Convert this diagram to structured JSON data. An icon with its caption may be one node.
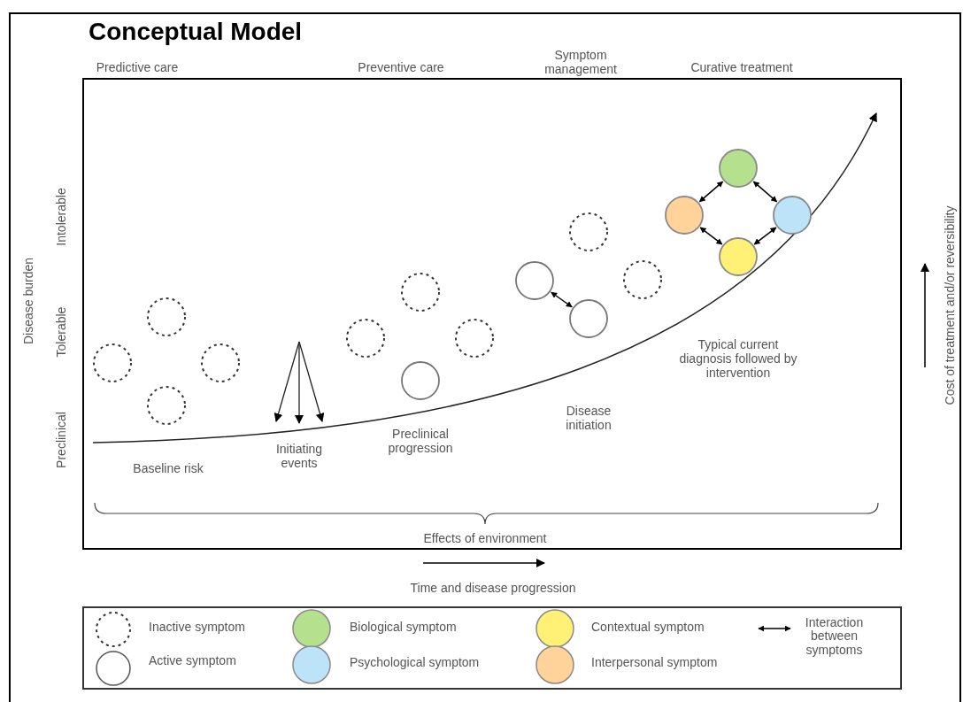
{
  "diagram": {
    "title": "Conceptual Model",
    "nodes": [
      {
        "text": [],
        "shape": "circle"
      },
      {
        "text": [],
        "shape": "circle"
      },
      {
        "text": [],
        "shape": "circle"
      },
      {
        "text": [],
        "shape": "circle"
      },
      {
        "text": [],
        "shape": "circle"
      },
      {
        "text": [],
        "shape": "circle"
      },
      {
        "text": [],
        "shape": "circle"
      },
      {
        "text": [],
        "shape": "circle"
      },
      {
        "text": [],
        "shape": "circle"
      },
      {
        "text": [],
        "shape": "circle"
      },
      {
        "text": [],
        "shape": "circle"
      },
      {
        "text": [],
        "shape": "circle"
      },
      {
        "text": [],
        "shape": "circle"
      },
      {
        "text": [],
        "shape": "circle"
      },
      {
        "text": [],
        "shape": "circle"
      },
      {
        "text": [],
        "shape": "circle"
      }
    ],
    "edges": [
      {
        "from": 8,
        "to": 10,
        "arrow": "both"
      },
      {
        "from": 12,
        "to": 13,
        "arrow": "both"
      },
      {
        "from": 13,
        "to": 15,
        "arrow": "both"
      },
      {
        "from": 12,
        "to": 14,
        "arrow": "both"
      },
      {
        "from": 15,
        "to": 14,
        "arrow": "both"
      }
    ],
    "labels": [
      "Predictive care",
      "Preventive care",
      "Symptom management",
      "Curative treatment",
      "Disease burden",
      "Intolerable",
      "Tolerable",
      "Preclinical",
      "Typical current diagnosis followed by intervention",
      "Disease initiation",
      "Initiating events",
      "Preclinical progression",
      "Baseline risk",
      "Effects of environment",
      "Time and disease progression",
      "Cost of treatment and/or reversibility"
    ],
    "legend": [
      {
        "text": "Inactive symptom"
      },
      {
        "text": "Active symptom"
      },
      {
        "text": "Biological symptom",
        "color": "#b5e08e"
      },
      {
        "text": "Psychological symptom",
        "color": "#bde3f8"
      },
      {
        "text": "Contextual symptom",
        "color": "#fff176"
      },
      {
        "text": "Interpersonal symptom",
        "color": "#ffd39a"
      },
      {
        "text": "Interaction between symptoms"
      }
    ]
  }
}
